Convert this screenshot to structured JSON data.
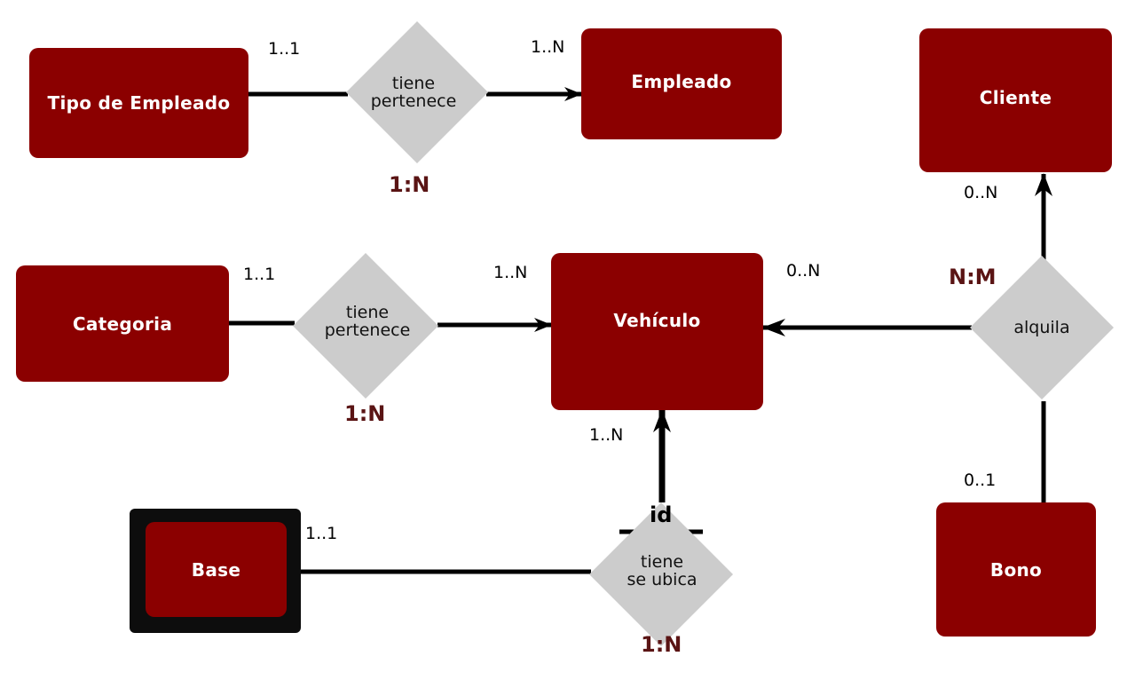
{
  "colors": {
    "entity_fill": "#8b0000",
    "entity_text": "#ffffff",
    "relationship_fill": "#cccccc",
    "line": "#000000",
    "ratio_text": "#5a1414"
  },
  "entities": {
    "tipo_empleado": "Tipo de Empleado",
    "empleado": "Empleado",
    "cliente": "Cliente",
    "categoria": "Categoria",
    "vehiculo": "Vehículo",
    "base": "Base",
    "bono": "Bono"
  },
  "relationships": {
    "tipo_empleado_empleado": {
      "line1": "tiene",
      "line2": "pertenece",
      "ratio": "1:N",
      "card_left": "1..1",
      "card_right": "1..N"
    },
    "categoria_vehiculo": {
      "line1": "tiene",
      "line2": "pertenece",
      "ratio": "1:N",
      "card_left": "1..1",
      "card_right": "1..N"
    },
    "alquila": {
      "line1": "alquila",
      "ratio": "N:M",
      "card_cliente": "0..N",
      "card_vehiculo": "0..N",
      "card_bono": "0..1"
    },
    "base_vehiculo": {
      "line1": "tiene",
      "line2": "se ubica",
      "ratio": "1:N",
      "card_base": "1..1",
      "card_vehiculo": "1..N",
      "identifier": "id"
    }
  }
}
